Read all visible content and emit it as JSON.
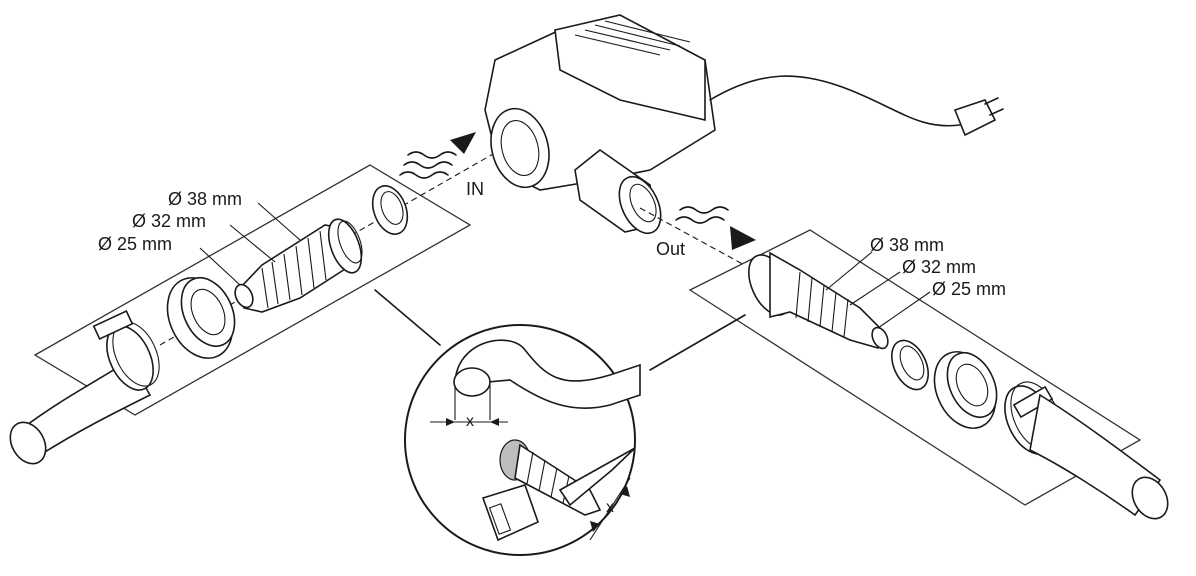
{
  "labels": {
    "in": "IN",
    "out": "Out",
    "left_d38": "Ø 38 mm",
    "left_d32": "Ø 32 mm",
    "left_d25": "Ø 25 mm",
    "right_d38": "Ø 38 mm",
    "right_d32": "Ø 32 mm",
    "right_d25": "Ø 25 mm",
    "detail_x_top": "x",
    "detail_x_bottom": "x"
  }
}
